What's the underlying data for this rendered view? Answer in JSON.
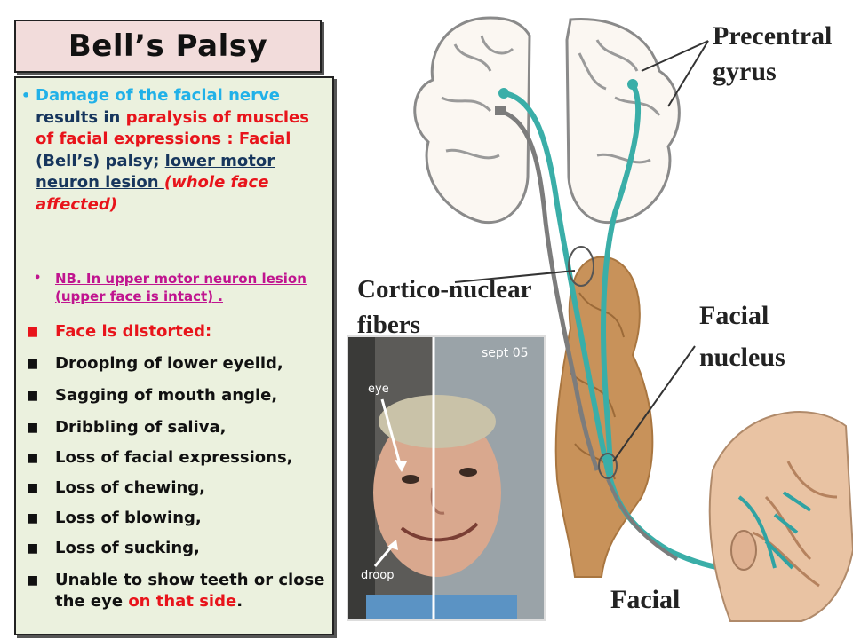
{
  "slide": {
    "title": "Bell’s Palsy",
    "bullet1": {
      "p1": "Damage of the facial nerve",
      "p2": " results in ",
      "p3": "paralysis of muscles of facial expressions : Facial",
      "p4": "  (Bell’s) palsy; ",
      "p5": "lower motor neuron lesion ",
      "p6": "(whole face affected)"
    },
    "bullet2": "NB. In upper motor neuron lesion (upper face is intact) .",
    "square_items": [
      "Face is distorted:",
      "Drooping of lower eyelid,",
      "Sagging of mouth angle,",
      "Dribbling of saliva,",
      "Loss of facial expressions,",
      "Loss of chewing,",
      "Loss of blowing,",
      "Loss of sucking,",
      "Unable to show teeth or close the eye"
    ],
    "last_item_suffix": " on that side",
    "last_item_period": "."
  },
  "diagram_labels": {
    "precentral": "Precentral",
    "gyrus": "gyrus",
    "cortico": "Cortico-nuclear",
    "fibers": "fibers",
    "facial_nucleus_1": "Facial",
    "facial_nucleus_2": "nucleus",
    "facial": "Facial"
  },
  "photo_labels": {
    "date": "sept 05",
    "eye": "eye",
    "droop": "droop"
  },
  "colors": {
    "title_bg": "#f2dcdb",
    "panel_bg": "#ebf1de",
    "accent_cyan": "#21b1e8",
    "accent_red": "#e8141b",
    "nerve_teal": "#2fa3a3"
  }
}
